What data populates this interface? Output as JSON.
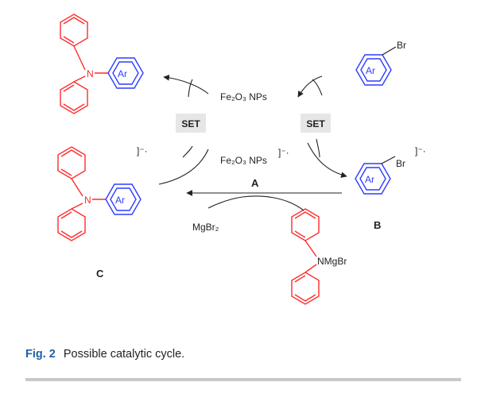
{
  "labels": {
    "fe_top": "Fe₂O₃ NPs",
    "fe_mid": "Fe₂O₃ NPs",
    "set_left": "SET",
    "set_right": "SET",
    "radical_left": "]⁻·",
    "radical_mid": "]⁻·",
    "radical_right": "]⁻·",
    "compound_a": "A",
    "compound_b": "B",
    "compound_c": "C",
    "mgbr2": "MgBr₂",
    "nmgbr": "NMgBr",
    "n_top": "N",
    "n_mid": "N",
    "ar_top": "Ar",
    "ar_mid": "Ar",
    "ar_right_top": "Ar",
    "ar_right_b": "Ar",
    "br_top": "Br",
    "br_b": "Br"
  },
  "caption": {
    "figure_label": "Fig. 2",
    "text": "Possible catalytic cycle."
  },
  "colors": {
    "diphenylamine": "#ff2b2b",
    "aryl": "#2e3cff",
    "caption_label": "#1f5fa8",
    "rule": "#c8c8c8"
  }
}
